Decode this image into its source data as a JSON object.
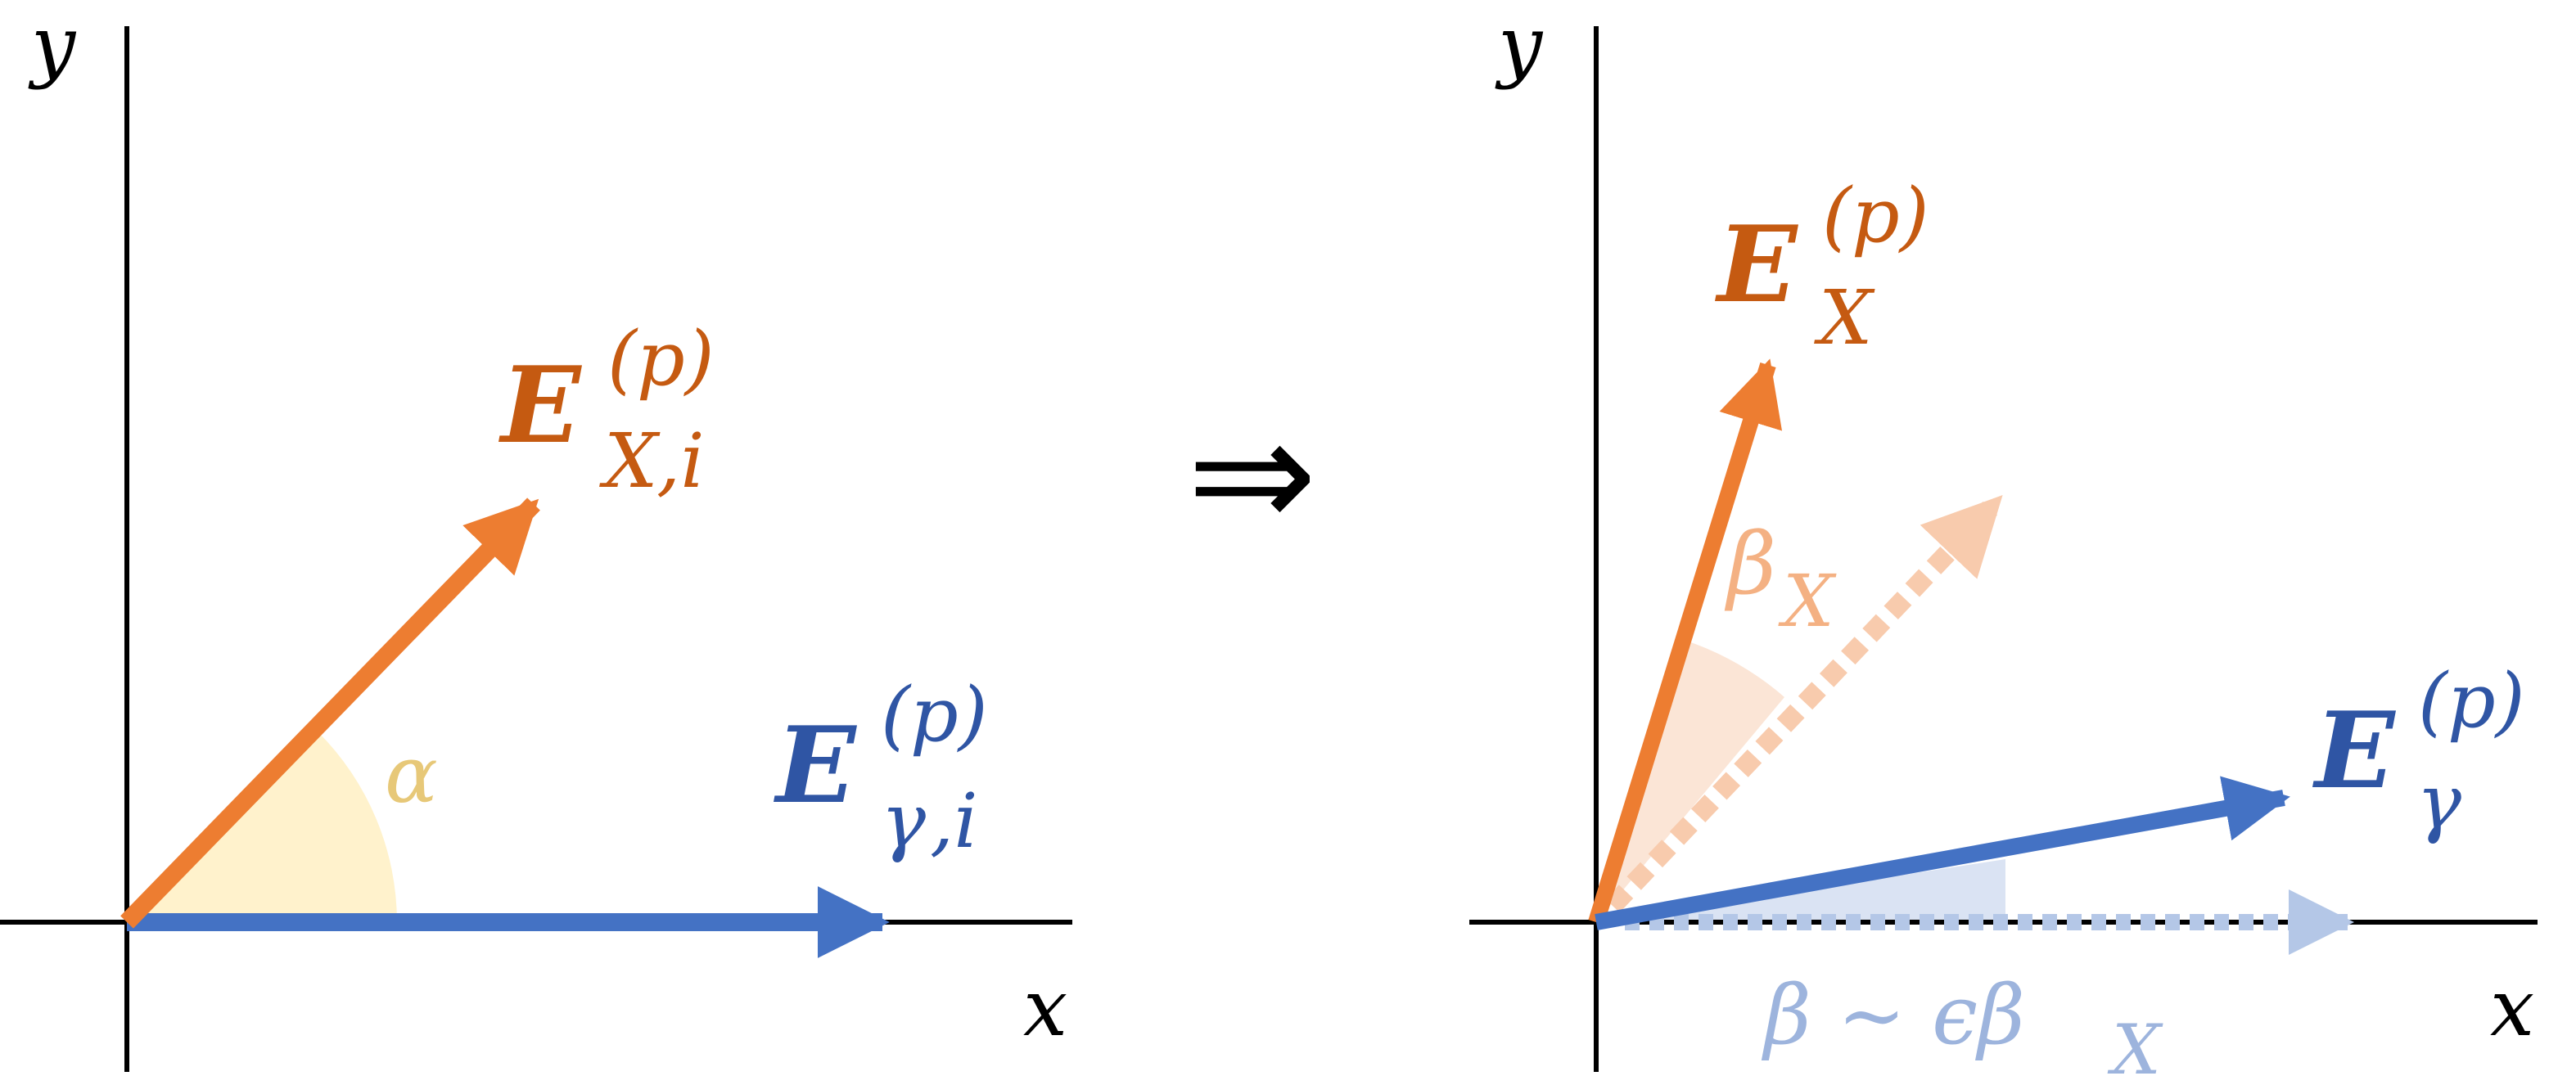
{
  "colors": {
    "axis": "#000000",
    "orange": "#ED7D31",
    "orange_text": "#C55A11",
    "blue": "#4472C4",
    "blue_text": "#2F55A4",
    "yellow_fill": "#FFF2CC",
    "yellow_text": "#E7C878",
    "orange_faded": "#F8CBAD",
    "orange_faded_text": "#F4B183",
    "peach_fill": "#FBE5D6",
    "blue_faded": "#B4C7E7",
    "blue_faded_text": "#9DB4DD",
    "light_blue_fill": "#DAE3F3"
  },
  "left_panel": {
    "y_axis_label": "y",
    "x_axis_label": "x",
    "vector_x": {
      "base": "E",
      "sup": "(p)",
      "sub_main": "X",
      "sub_rest": ",i"
    },
    "vector_gamma": {
      "base": "E",
      "sup": "(p)",
      "sub_main": "γ",
      "sub_rest": ",i"
    },
    "angle_label": "α"
  },
  "implies_symbol": "⇒",
  "right_panel": {
    "y_axis_label": "y",
    "x_axis_label": "x",
    "vector_x": {
      "base": "E",
      "sup": "(p)",
      "sub": "X"
    },
    "vector_gamma": {
      "base": "E",
      "sup": "(p)",
      "sub": "γ"
    },
    "angle_beta_x": {
      "main": "β",
      "sub": "X"
    },
    "angle_beta": {
      "main": "β ∼ ϵβ",
      "sub": "X"
    }
  }
}
